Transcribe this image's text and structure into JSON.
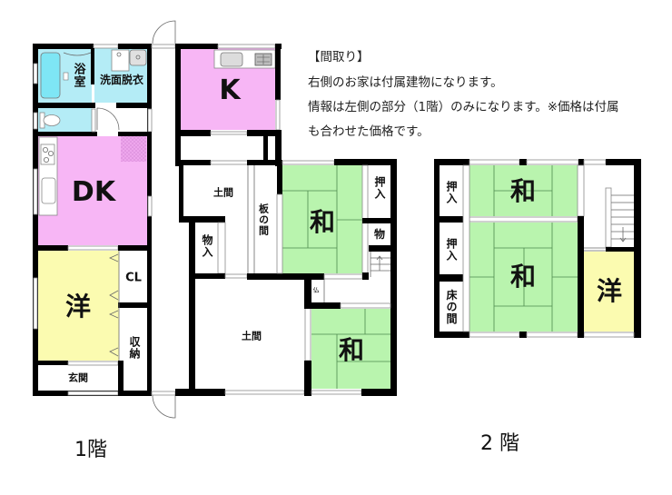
{
  "notes": {
    "heading": "【間取り】",
    "line1": "右側のお家は付属建物になります。",
    "line2": "情報は左側の部分（1階）のみになります。※価格は付属",
    "line3": "も合わせた価格です。"
  },
  "floors": {
    "first": {
      "label": "1階",
      "rooms": {
        "bath": "浴室",
        "washroom": "洗面脱衣",
        "dining_kitchen": "DK",
        "kitchen": "K",
        "western_room": "洋",
        "closet": "CL",
        "storage": "収納",
        "entrance": "玄関",
        "doma_upper": "土間",
        "wood_floor_room": "板の間",
        "storeroom": "物入",
        "japanese_room_upper": "和",
        "oshiire": "押入",
        "mono": "物",
        "doma_lower": "土間",
        "butsudan": "仏",
        "japanese_room_lower": "和"
      }
    },
    "second": {
      "label": "2 階",
      "rooms": {
        "oshiire_top": "押入",
        "oshiire_middle": "押入",
        "tokonoma": "床の間",
        "japanese_room_top": "和",
        "japanese_room_main": "和",
        "western_room": "洋"
      }
    }
  },
  "colors": {
    "wet_area": "#b4ecf6",
    "bathtub": "#7ee6f5",
    "kitchen_pink": "#f7b6f5",
    "western_yellow": "#fbfbb0",
    "tatami_green": "#b9f4ae",
    "wall": "#000000"
  }
}
